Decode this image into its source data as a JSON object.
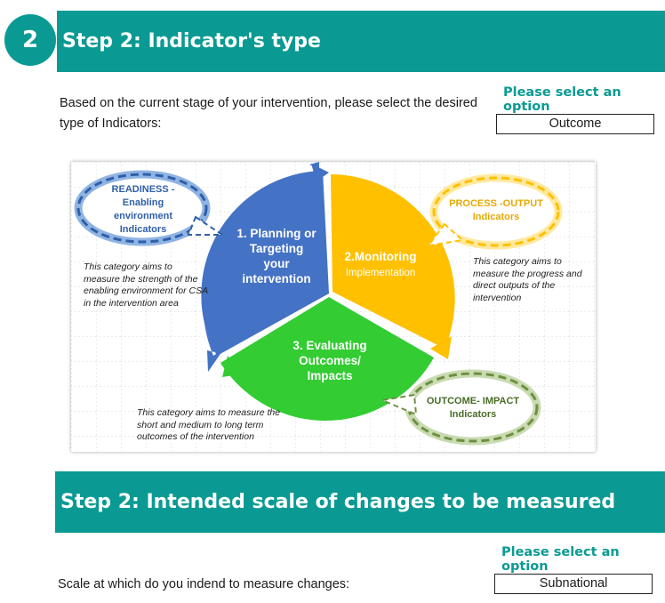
{
  "step1": {
    "number": "2",
    "title": "Step 2: Indicator's type",
    "prompt": "Based on the current stage of your intervention, please select the desired type of Indicators:",
    "select_hint": "Please select an option",
    "selected_value": "Outcome"
  },
  "diagram": {
    "segment_planning": "1. Planning or Targeting your intervention",
    "segment_monitoring": "2.Monitoring",
    "segment_monitoring_sub": "Implementation",
    "segment_evaluating": "3. Evaluating Outcomes/ Impacts",
    "bubble_readiness": "READINESS - Enabling environment Indicators",
    "bubble_process": "PROCESS -OUTPUT Indicators",
    "bubble_outcome": "OUTCOME- IMPACT Indicators",
    "note_readiness": "This category aims to measure the strength of the enabling environment for CSA in the intervention area",
    "note_process": "This category aims to measure the progress  and direct outputs of the intervention",
    "note_outcome": "This category aims to measure the short and medium to long term outcomes of the intervention",
    "colors": {
      "planning": "#4472c4",
      "monitoring": "#ffc000",
      "evaluating": "#33cc33"
    }
  },
  "step2": {
    "title": "Step 2: Intended scale of changes to be measured",
    "prompt": "Scale at which do you indend to measure changes:",
    "select_hint": "Please select an option",
    "selected_value": "Subnational"
  },
  "theme": {
    "accent": "#0a9a93"
  }
}
